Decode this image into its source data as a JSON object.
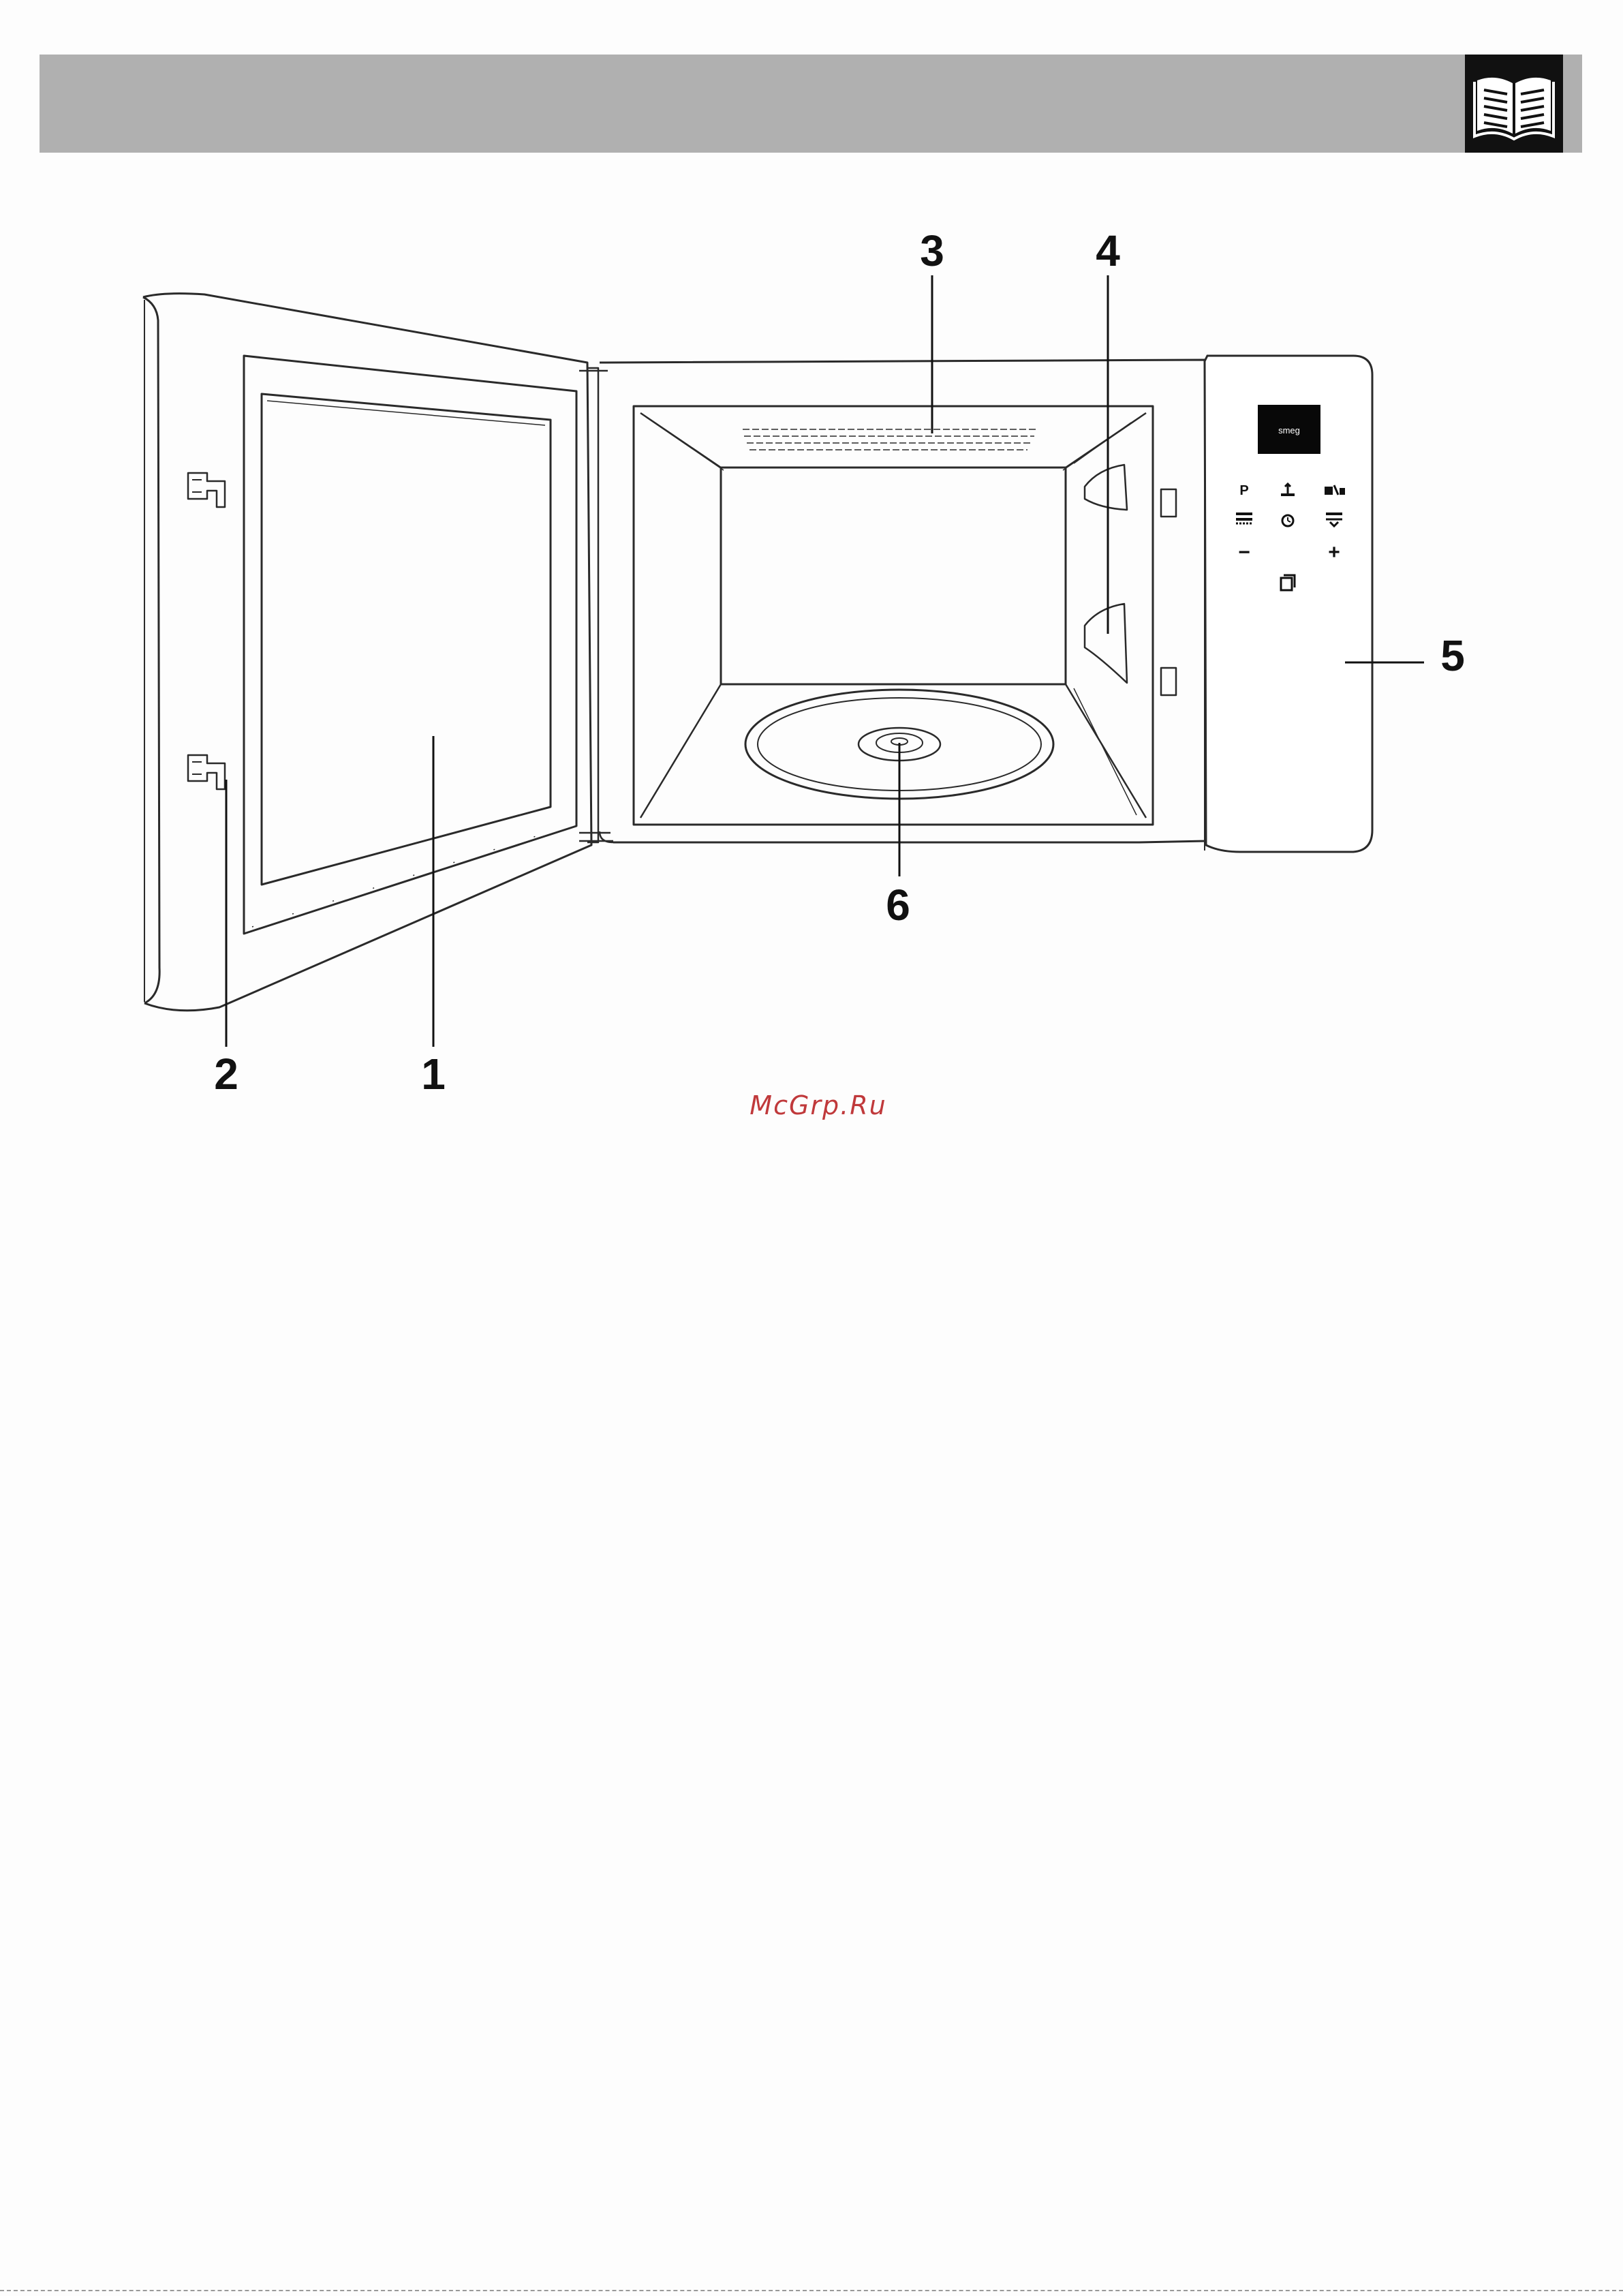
{
  "header": {
    "icon": "open-book-icon",
    "bar_color": "#b0b0b0"
  },
  "diagram": {
    "callouts": {
      "door_window": "1",
      "door_hooks": "2",
      "grill": "3",
      "waveguide_cover": "4",
      "control_panel": "5",
      "turntable": "6"
    },
    "control_panel": {
      "brand": "smeg",
      "row1": [
        "P",
        "defrost-icon",
        "auto-cook-icon"
      ],
      "row2": [
        "grill-mode-icon",
        "clock-icon",
        "combi-mode-icon"
      ],
      "row3": [
        "−",
        "+"
      ],
      "row4": [
        "start-stop-icon"
      ]
    }
  },
  "watermark": "McGrp.Ru"
}
